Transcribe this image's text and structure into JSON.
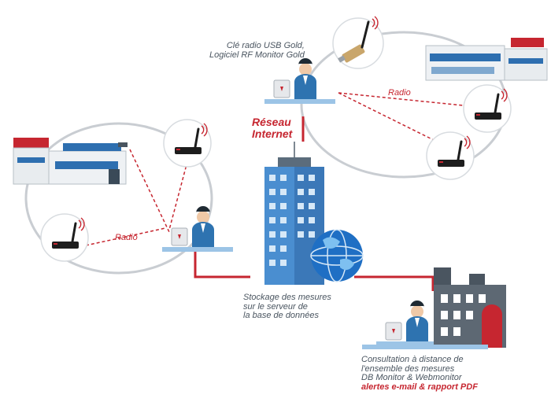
{
  "labels": {
    "usb_key": [
      "Clé radio USB Gold,",
      "Logiciel RF Monitor Gold"
    ],
    "network": [
      "Réseau",
      "Internet"
    ],
    "radio_left": "Radio",
    "radio_right": "Radio",
    "storage": [
      "Stockage des mesures",
      "sur le serveur de",
      "la base de données"
    ],
    "consultation": [
      "Consultation à distance de",
      "l'ensemble des mesures",
      "DB Monitor & Webmonitor"
    ],
    "alerts": "alertes e-mail & rapport PDF"
  },
  "colors": {
    "accent_red": "#c62630",
    "tower_blue": "#4a8ed0",
    "ring_gray": "#c9cdd2",
    "desk_blue": "#9cc4e6",
    "text_gray": "#4a5560"
  },
  "icons": [
    "usb-radio-key-icon",
    "radio-logger-icon",
    "operator-workstation-icon",
    "office-building-icon",
    "server-tower-icon",
    "globe-icon",
    "factory-building-icon"
  ]
}
